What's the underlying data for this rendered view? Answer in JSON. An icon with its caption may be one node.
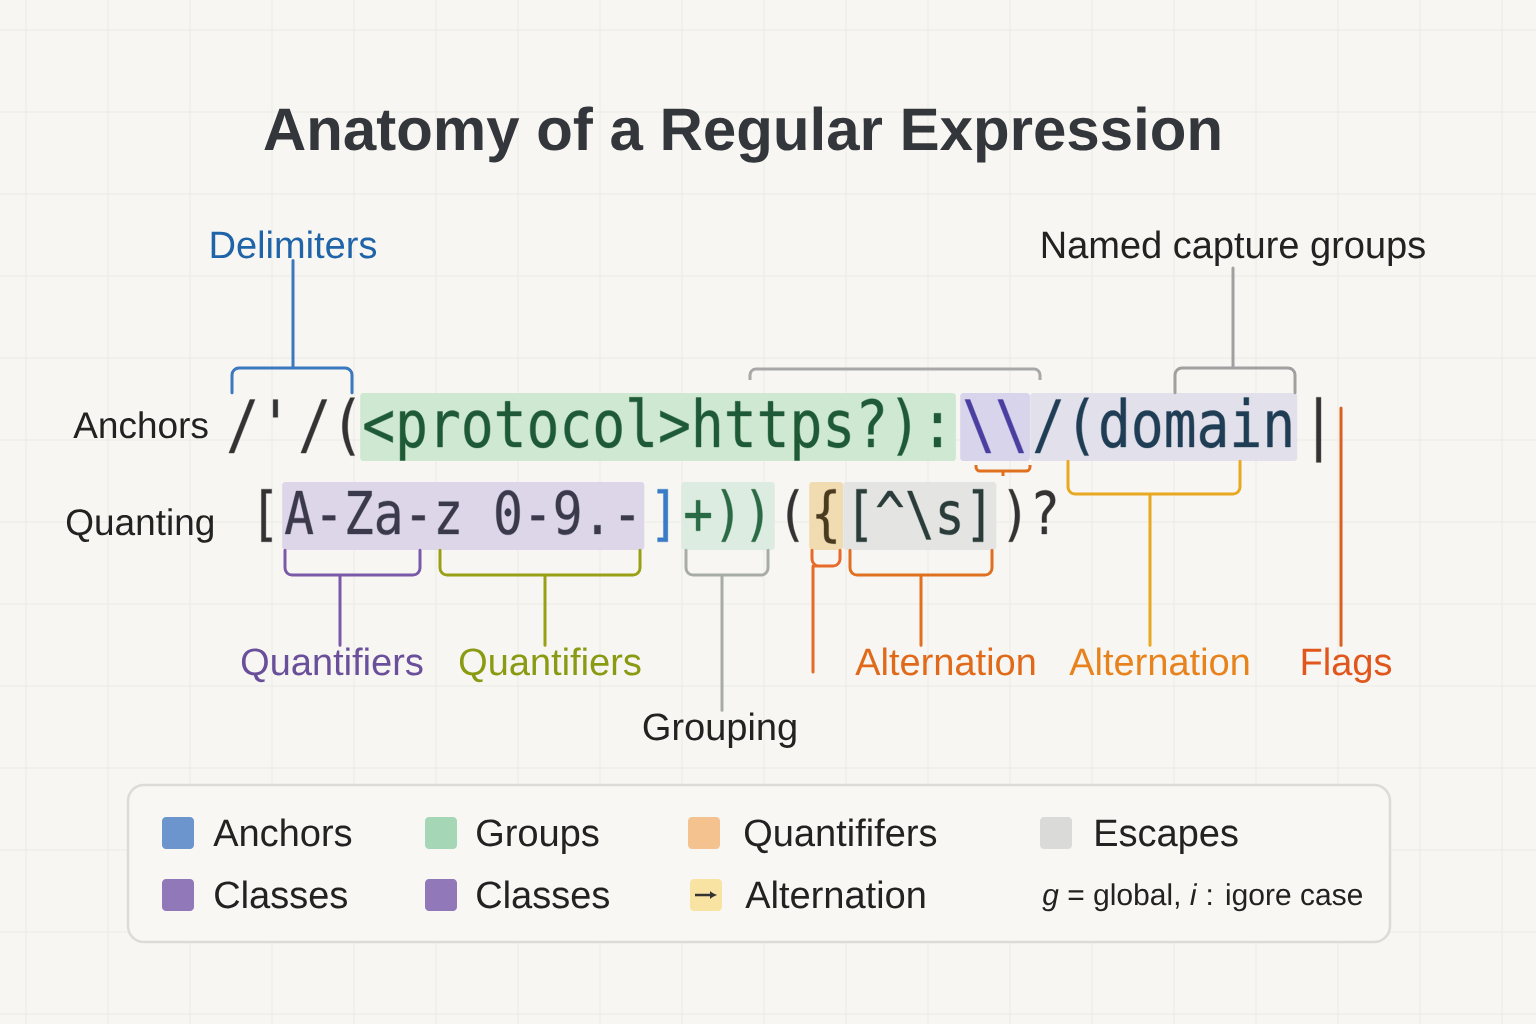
{
  "diagram": {
    "title": "Anatomy of a Regular Expression",
    "nodes": [
      {
        "text": [
          "Delimiters"
        ]
      },
      {
        "text": [
          "Named capture groups"
        ]
      },
      {
        "text": [
          "/'/("
        ]
      },
      {
        "text": [
          "<protocol>https?):"
        ]
      },
      {
        "text": [
          "\\\\"
        ]
      },
      {
        "text": [
          "/(domain"
        ]
      },
      {
        "text": [
          "A-Za-z 0-9.-"
        ]
      },
      {
        "text": [
          "+))"
        ]
      },
      {
        "text": [
          "{"
        ]
      },
      {
        "text": [
          "[^\\s]"
        ]
      },
      {
        "text": [
          "Quantifiers"
        ]
      },
      {
        "text": [
          "Quantifiers"
        ]
      },
      {
        "text": [
          "Alternation"
        ]
      },
      {
        "text": [
          "Alternation"
        ]
      },
      {
        "text": [
          "Flags"
        ]
      },
      {
        "text": [
          "Grouping"
        ]
      }
    ],
    "edges": [
      {
        "from": 0,
        "to": 2,
        "arrow": "none",
        "color": "#3a78c0"
      },
      {
        "from": 1,
        "to": 5,
        "arrow": "none",
        "color": "#a0a0a0"
      },
      {
        "from": 10,
        "to": 6,
        "arrow": "none",
        "color": "#7a5aa8"
      },
      {
        "from": 11,
        "to": 6,
        "arrow": "none",
        "color": "#9aa015"
      },
      {
        "from": 15,
        "to": 7,
        "arrow": "none",
        "color": "#a8aca8"
      },
      {
        "from": null,
        "to": 8,
        "arrow": "none",
        "color": "#e86a2a"
      },
      {
        "from": 12,
        "to": 9,
        "arrow": "none",
        "color": "#e07020"
      },
      {
        "from": 13,
        "to": 5,
        "arrow": "none",
        "color": "#e8a820"
      },
      {
        "from": 14,
        "to": null,
        "arrow": "none",
        "color": "#d86020"
      }
    ],
    "labels": [
      "Anchors",
      "|",
      "Quanting",
      "[",
      "]",
      "(",
      ")?",
      "*g* = global, *i* : igore case"
    ],
    "legend": [
      {
        "text": "Anchors",
        "color": "#6b95cc"
      },
      {
        "text": "Groups",
        "color": "#a5d6b5"
      },
      {
        "text": "Quantififers",
        "color": "#f3c28f"
      },
      {
        "text": "Escapes",
        "color": "#dadad8"
      },
      {
        "text": "Classes",
        "color": "#9178b9"
      },
      {
        "text": "Classes",
        "color": "#9178b9"
      },
      {
        "text": "Alternation",
        "color": "#f9e3a3"
      }
    ]
  }
}
